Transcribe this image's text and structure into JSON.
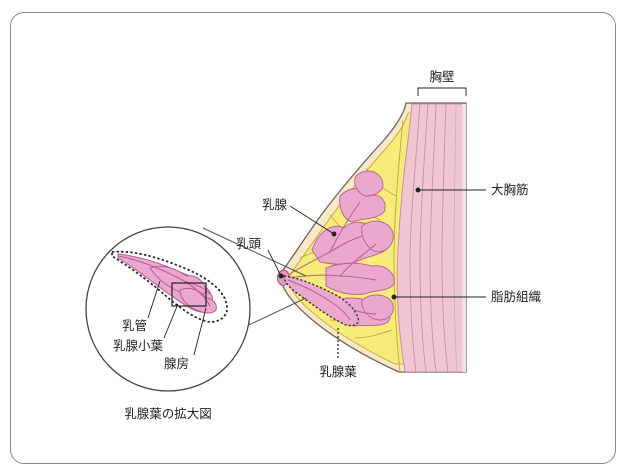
{
  "labels": {
    "chest_wall": "胸壁",
    "pectoralis_major": "大胸筋",
    "mammary_gland": "乳腺",
    "nipple": "乳頭",
    "adipose_tissue": "脂肪組織",
    "lobe": "乳腺葉",
    "duct": "乳管",
    "lobule": "乳腺小葉",
    "acinus": "腺房"
  },
  "caption": "乳腺葉の拡大図",
  "colors": {
    "fat_yellow": "#f7ec7a",
    "gland_pink": "#eaa8cf",
    "gland_stroke": "#b85d95",
    "muscle_pink": "#efc6d2",
    "muscle_line": "#c98fa4",
    "skin": "#fbe9c6",
    "outline": "#666666"
  }
}
